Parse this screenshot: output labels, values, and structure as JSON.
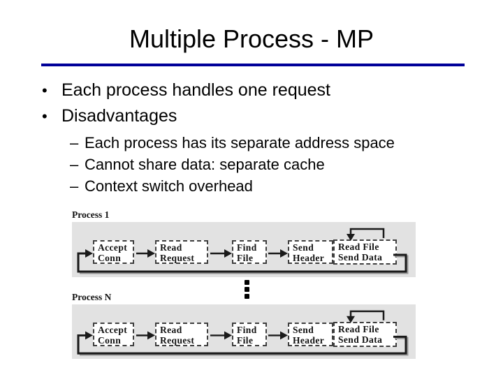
{
  "title": "Multiple Process - MP",
  "bullets": [
    {
      "marker": "•",
      "text": "Each process handles one request"
    },
    {
      "marker": "•",
      "text": "Disadvantages"
    }
  ],
  "sub_bullets": [
    {
      "marker": "–",
      "text": "Each process has its separate address space"
    },
    {
      "marker": "–",
      "text": "Cannot share data: separate cache"
    },
    {
      "marker": "–",
      "text": "Context switch overhead"
    }
  ],
  "diagram": {
    "process1_label": "Process 1",
    "processN_label": "Process N",
    "stages": [
      {
        "line1": "Accept",
        "line2": "Conn"
      },
      {
        "line1": "Read",
        "line2": "Request"
      },
      {
        "line1": "Find",
        "line2": "File"
      },
      {
        "line1": "Send",
        "line2": "Header"
      },
      {
        "line1": "Read File",
        "line2": "Send Data"
      }
    ]
  },
  "colors": {
    "accent_rule": "#000099",
    "panel_bg": "#e2e2e2",
    "ink": "#1a1a1a"
  }
}
